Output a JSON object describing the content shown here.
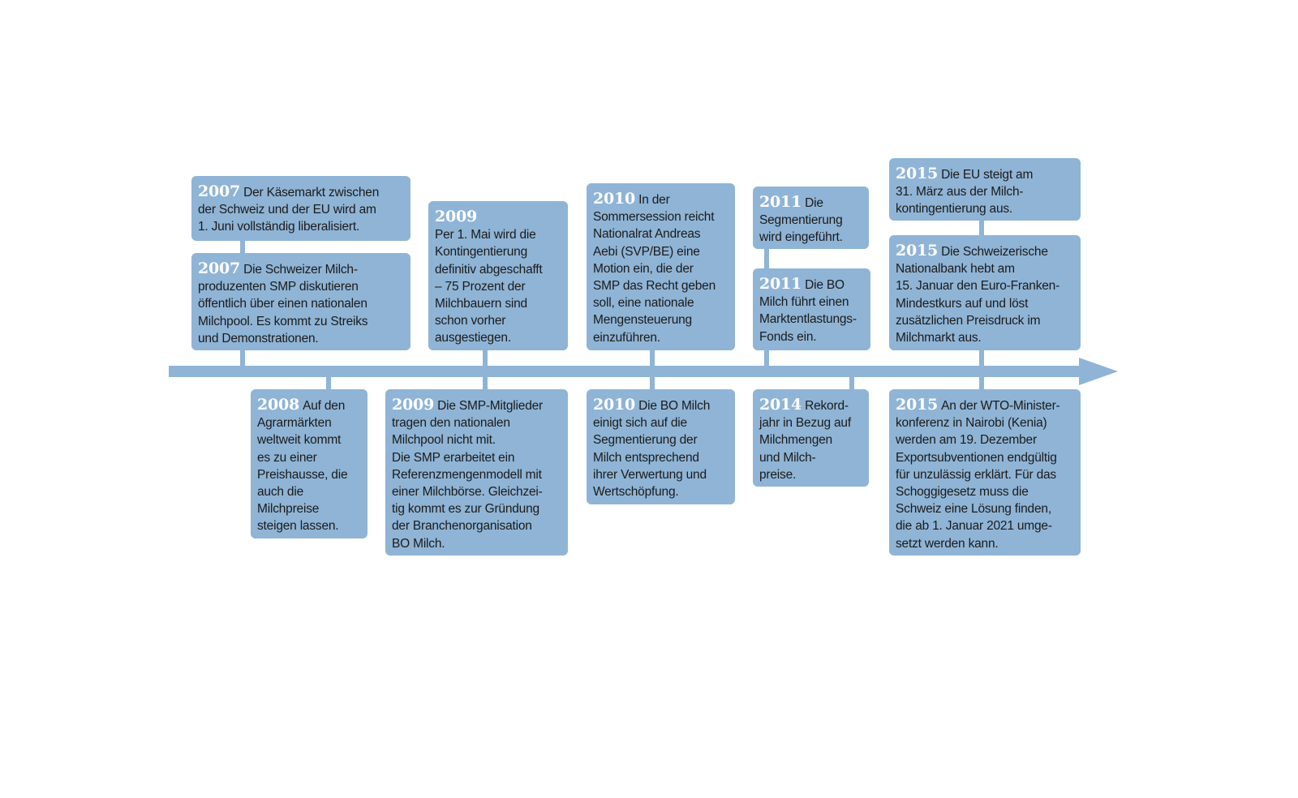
{
  "colors": {
    "accent": "#8fb4d6",
    "text": "#1b1b1b",
    "year": "#ffffff"
  },
  "events": [
    {
      "year": "2007",
      "text": "Der Käsemarkt zwischen\nder Schweiz und der EU wird am\n1. Juni vollständig liberalisiert."
    },
    {
      "year": "2007",
      "text": "Die Schweizer Milch-\nproduzenten SMP diskutieren\nöffentlich über einen nationalen\nMilchpool. Es kommt zu Streiks\nund Demonstrationen."
    },
    {
      "year": "2008",
      "text": "Auf den\nAgrarmärkten\nweltweit kommt\nes zu einer\nPreishausse, die\nauch die\nMilchpreise\nsteigen lassen."
    },
    {
      "year": "2009",
      "text": "\nPer 1. Mai wird die\nKontingentierung\ndefinitiv abgeschafft\n– 75 Prozent der\nMilchbauern sind\nschon vorher\nausgestiegen."
    },
    {
      "year": "2009",
      "text": "Die SMP-Mitglieder\ntragen den nationalen\nMilchpool nicht mit.\nDie SMP erarbeitet ein\nReferenzmengenmodell mit\neiner Milchbörse. Gleichzei-\ntig kommt es zur Gründung\nder Branchenorganisation\nBO Milch."
    },
    {
      "year": "2010",
      "text": "In der\nSommersession reicht\nNationalrat Andreas\nAebi (SVP/BE) eine\nMotion ein, die der\nSMP das Recht geben\nsoll, eine nationale\nMengensteuerung\neinzuführen."
    },
    {
      "year": "2010",
      "text": "Die BO Milch\neinigt sich auf die\nSegmentierung der\nMilch entsprechend\nihrer Verwertung und\nWertschöpfung."
    },
    {
      "year": "2011",
      "text": "Die\nSegmentierung\nwird eingeführt."
    },
    {
      "year": "2011",
      "text": "Die BO\nMilch führt einen\nMarktentlastungs-\nFonds ein."
    },
    {
      "year": "2014",
      "text": "Rekord-\njahr in Bezug auf\nMilchmengen\nund Milch-\npreise."
    },
    {
      "year": "2015",
      "text": "Die EU steigt am\n31. März aus der Milch-\nkontingentierung aus."
    },
    {
      "year": "2015",
      "text": "Die Schweizerische\nNationalbank hebt am\n15. Januar den Euro-Franken-\nMindestkurs auf und löst\nzusätzlichen Preisdruck im\nMilchmarkt aus."
    },
    {
      "year": "2015",
      "text": "An der WTO-Minister-\nkonferenz in Nairobi (Kenia)\nwerden am 19. Dezember\nExportsubventionen endgültig\nfür unzulässig erklärt. Für das\nSchoggigesetz muss die\nSchweiz eine Lösung finden,\ndie ab 1. Januar 2021 umge-\nsetzt werden kann."
    }
  ]
}
